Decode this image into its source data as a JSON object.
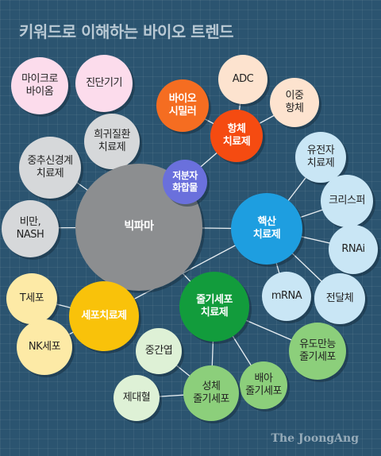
{
  "title": "키워드로 이해하는 바이오 트렌드",
  "credit": "The JoongAng",
  "nodes": {
    "micro": {
      "label": "마이크로\n바이옴"
    },
    "diagnostic": {
      "label": "진단기기"
    },
    "adc": {
      "label": "ADC"
    },
    "bio_similar": {
      "label": "바이오\n시밀러"
    },
    "bispecific": {
      "label": "이중\n항체"
    },
    "antibody": {
      "label": "항체\n치료제"
    },
    "rare": {
      "label": "희귀질환\n치료제"
    },
    "cns": {
      "label": "중추신경계\n치료제"
    },
    "small_mol": {
      "label": "저분자\n화합물"
    },
    "antisense": {
      "label": "유전자\n치료제"
    },
    "crispr": {
      "label": "크리스퍼"
    },
    "big_pharma": {
      "label": "빅파마"
    },
    "nash": {
      "label": "비만,\nNASH"
    },
    "nucleic": {
      "label": "핵산\n치료제"
    },
    "rnai": {
      "label": "RNAi"
    },
    "tcell": {
      "label": "T세포"
    },
    "stem_therapy": {
      "label": "줄기세포\n치료제"
    },
    "mrna": {
      "label": "mRNA"
    },
    "delivery": {
      "label": "전달체"
    },
    "cell_therapy": {
      "label": "세포치료제"
    },
    "nk": {
      "label": "NK세포"
    },
    "mesenchymal": {
      "label": "중간엽"
    },
    "ips": {
      "label": "유도만능\n줄기세포"
    },
    "embryonic": {
      "label": "배아\n줄기세포"
    },
    "adult": {
      "label": "성체\n줄기세포"
    },
    "cord": {
      "label": "제대혈"
    }
  }
}
